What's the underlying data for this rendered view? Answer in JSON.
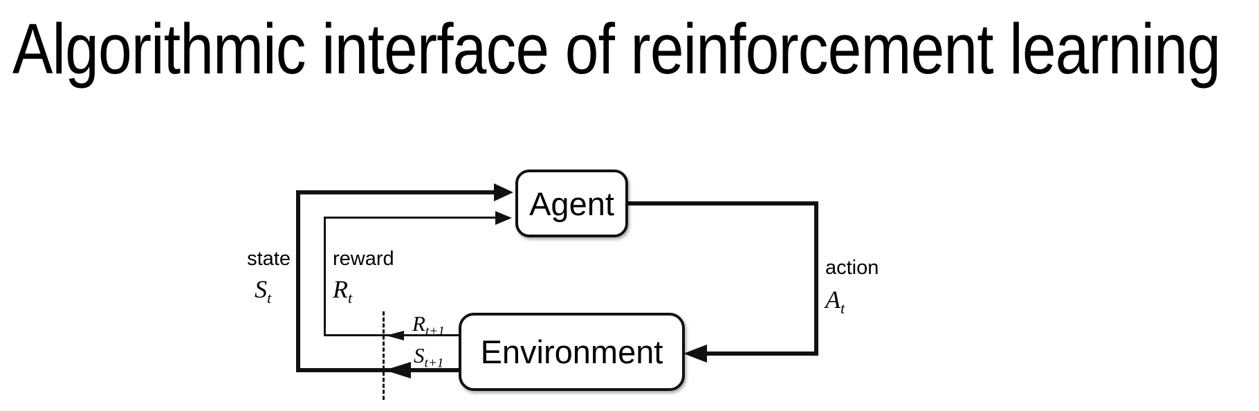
{
  "title": "Algorithmic interface of reinforcement learning",
  "diagram": {
    "nodes": {
      "agent": {
        "label": "Agent"
      },
      "environment": {
        "label": "Environment"
      }
    },
    "labels": {
      "state": {
        "word": "state",
        "symbol": "S",
        "subscript": "t"
      },
      "reward": {
        "word": "reward",
        "symbol": "R",
        "subscript": "t"
      },
      "action": {
        "word": "action",
        "symbol": "A",
        "subscript": "t"
      },
      "next_reward": {
        "symbol": "R",
        "subscript": "t+1"
      },
      "next_state": {
        "symbol": "S",
        "subscript": "t+1"
      }
    },
    "colors": {
      "stroke": "#111111",
      "background": "#ffffff",
      "text": "#000000"
    }
  }
}
